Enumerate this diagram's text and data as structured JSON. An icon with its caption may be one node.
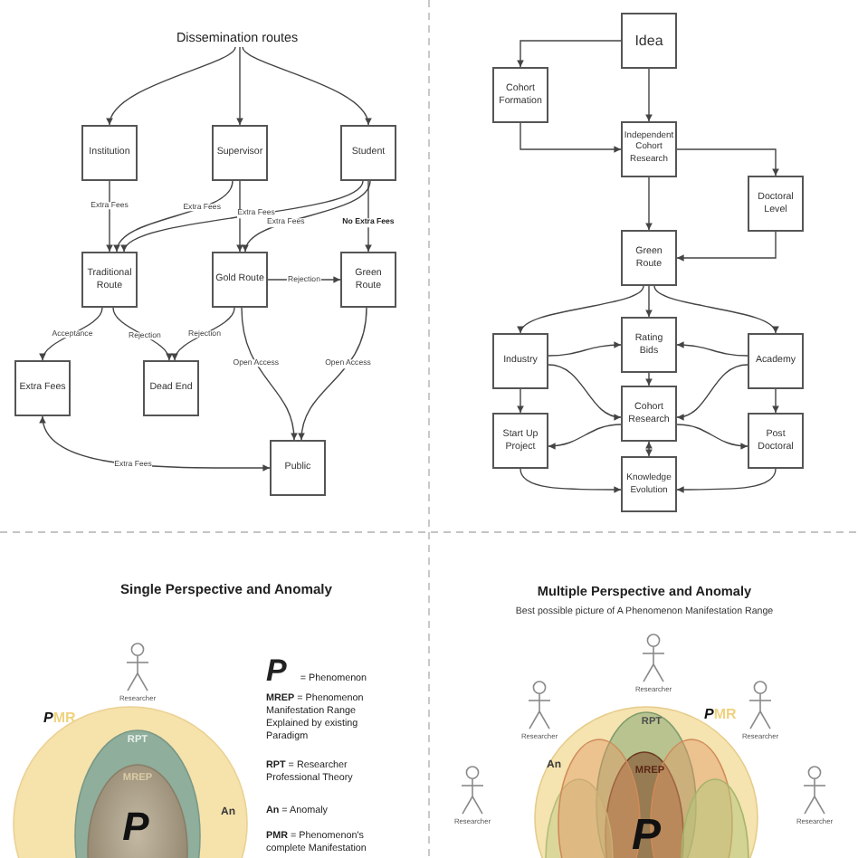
{
  "diagram": {
    "nodes": [
      {
        "text": [
          "Dissemination routes"
        ]
      },
      {
        "text": [
          "Institution"
        ]
      },
      {
        "text": [
          "Supervisor"
        ]
      },
      {
        "text": [
          "Student"
        ]
      },
      {
        "text": [
          "Traditional Route"
        ]
      },
      {
        "text": [
          "Gold Route"
        ]
      },
      {
        "text": [
          "Green Route"
        ]
      },
      {
        "text": [
          "Extra Fees"
        ]
      },
      {
        "text": [
          "Dead End"
        ]
      },
      {
        "text": [
          "Public"
        ]
      },
      {
        "text": [
          "Idea"
        ]
      },
      {
        "text": [
          "Cohort Formation"
        ]
      },
      {
        "text": [
          "Independent Cohort Research"
        ]
      },
      {
        "text": [
          "Doctoral Level"
        ]
      },
      {
        "text": [
          "Green Route"
        ]
      },
      {
        "text": [
          "Industry"
        ]
      },
      {
        "text": [
          "Rating Bids"
        ]
      },
      {
        "text": [
          "Academy"
        ]
      },
      {
        "text": [
          "Start Up Project"
        ]
      },
      {
        "text": [
          "Cohort Research"
        ]
      },
      {
        "text": [
          "Post Doctoral"
        ]
      },
      {
        "text": [
          "Knowledge Evolution"
        ]
      },
      {
        "text": [
          "**P**MR",
          "An"
        ]
      },
      {
        "text": [
          "RPT"
        ],
        "in": 22
      },
      {
        "text": [
          "MREP",
          "P"
        ],
        "in": 23
      },
      {
        "text": [
          "**P**MR",
          "An"
        ]
      },
      {
        "text": [
          "RPT"
        ],
        "in": 25
      },
      {
        "text": [
          "MREP",
          "P"
        ],
        "in": 26
      },
      {
        "text": [],
        "shape": "ellipse",
        "in": 25
      },
      {
        "text": [],
        "shape": "ellipse",
        "in": 25
      },
      {
        "text": [],
        "shape": "ellipse",
        "in": 25
      },
      {
        "text": [],
        "shape": "ellipse",
        "in": 25
      }
    ],
    "edges": [
      {
        "from": 0,
        "to": 1,
        "arrow": "to"
      },
      {
        "from": 0,
        "to": 2,
        "arrow": "to"
      },
      {
        "from": 0,
        "to": 3,
        "arrow": "to"
      },
      {
        "from": 1,
        "to": 4,
        "arrow": "to",
        "label": "Extra Fees"
      },
      {
        "from": 2,
        "to": 4,
        "arrow": "to",
        "label": "Extra Fees"
      },
      {
        "from": 2,
        "to": 5,
        "arrow": "to"
      },
      {
        "from": 3,
        "to": 4,
        "arrow": "to",
        "label": "Extra Fees"
      },
      {
        "from": 3,
        "to": 5,
        "arrow": "to",
        "label": "Extra Fees"
      },
      {
        "from": 3,
        "to": 6,
        "arrow": "to",
        "label": "No Extra Fees"
      },
      {
        "from": 4,
        "to": 7,
        "arrow": "to",
        "label": "Acceptance"
      },
      {
        "from": 4,
        "to": 8,
        "arrow": "to",
        "label": "Rejection"
      },
      {
        "from": 5,
        "to": 8,
        "arrow": "to",
        "label": "Rejection"
      },
      {
        "from": 5,
        "to": 6,
        "arrow": "to",
        "label": "Rejection"
      },
      {
        "from": 5,
        "to": 9,
        "arrow": "to",
        "label": "Open Access"
      },
      {
        "from": 6,
        "to": 9,
        "arrow": "to",
        "label": "Open Access"
      },
      {
        "from": 7,
        "to": 9,
        "arrow": "both",
        "label": "Extra Fees"
      },
      {
        "from": 10,
        "to": 11,
        "arrow": "to"
      },
      {
        "from": 10,
        "to": 12,
        "arrow": "to"
      },
      {
        "from": 11,
        "to": 12,
        "arrow": "to"
      },
      {
        "from": 12,
        "to": 13,
        "arrow": "to"
      },
      {
        "from": 12,
        "to": 14,
        "arrow": "to"
      },
      {
        "from": 13,
        "to": 14,
        "arrow": "to"
      },
      {
        "from": 14,
        "to": 15,
        "arrow": "to"
      },
      {
        "from": 14,
        "to": 16,
        "arrow": "to"
      },
      {
        "from": 14,
        "to": 17,
        "arrow": "to"
      },
      {
        "from": 15,
        "to": 16,
        "arrow": "to"
      },
      {
        "from": 15,
        "to": 19,
        "arrow": "to"
      },
      {
        "from": 15,
        "to": 18,
        "arrow": "to"
      },
      {
        "from": 17,
        "to": 16,
        "arrow": "to"
      },
      {
        "from": 17,
        "to": 19,
        "arrow": "to"
      },
      {
        "from": 17,
        "to": 20,
        "arrow": "to"
      },
      {
        "from": 16,
        "to": 19,
        "arrow": "to"
      },
      {
        "from": 19,
        "to": 18,
        "arrow": "to"
      },
      {
        "from": 19,
        "to": 20,
        "arrow": "to"
      },
      {
        "from": 19,
        "to": 21,
        "arrow": "both"
      },
      {
        "from": 18,
        "to": 21,
        "arrow": "to"
      },
      {
        "from": 20,
        "to": 21,
        "arrow": "to"
      }
    ],
    "labels": [
      "Single Perspective and Anomaly",
      "Researcher",
      "**P** = Phenomenon",
      "**MREP** = Phenomenon Manifestation Range Explained by existing Paradigm",
      "**RPT** = Researcher Professional Theory",
      "**An** = Anomaly",
      "**PMR** = Phenomenon's complete Manifestation",
      "Multiple Perspective and Anomaly",
      "Best possible picture of A Phenomenon Manifestation Range",
      "Researcher",
      "Researcher",
      "Researcher",
      "Researcher",
      "Researcher"
    ]
  }
}
